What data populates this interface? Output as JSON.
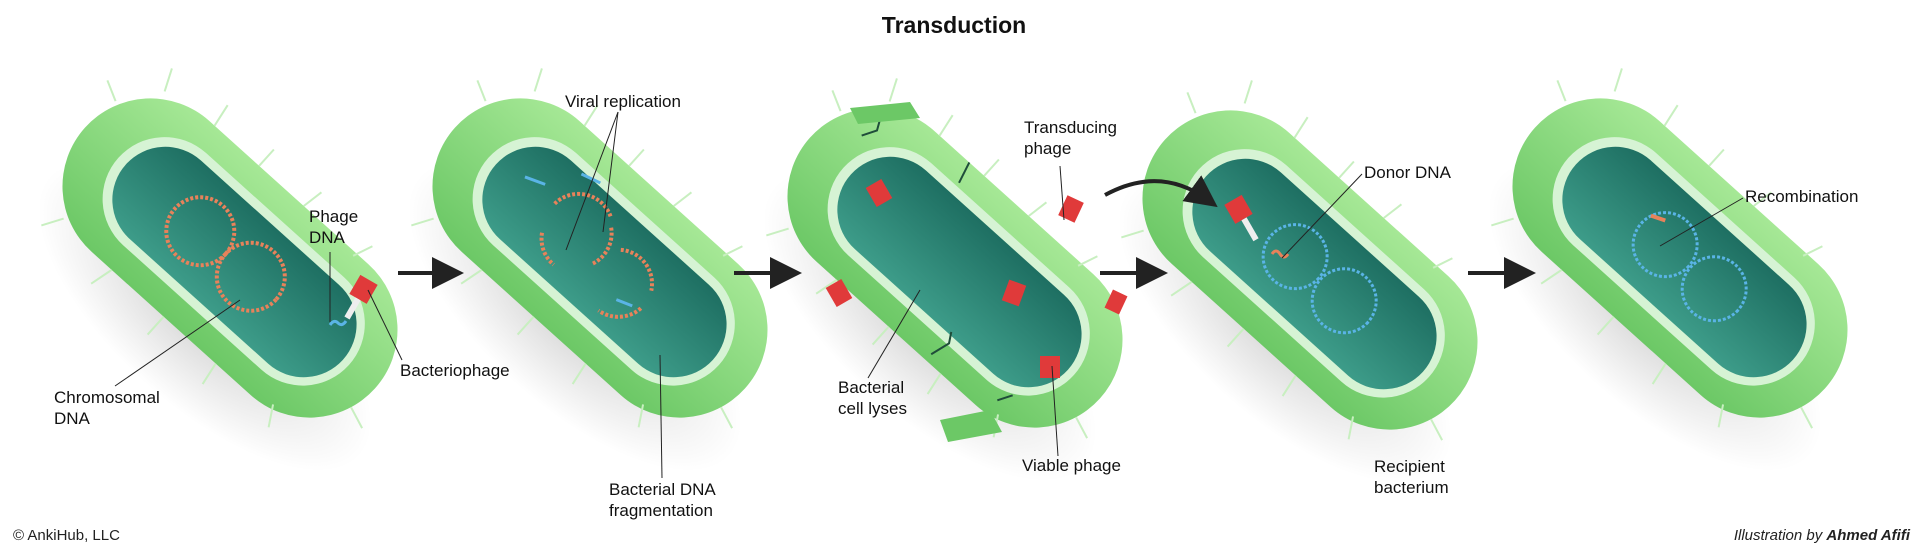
{
  "title": "Transduction",
  "labels": {
    "phage_dna": [
      "Phage",
      "DNA"
    ],
    "chromosomal_dna": [
      "Chromosomal",
      "DNA"
    ],
    "bacteriophage": "Bacteriophage",
    "viral_replication": "Viral replication",
    "bacterial_dna_fragmentation": [
      "Bacterial DNA",
      "fragmentation"
    ],
    "transducing_phage": [
      "Transducing",
      "phage"
    ],
    "bacterial_cell_lyses": [
      "Bacterial",
      "cell lyses"
    ],
    "viable_phage": "Viable phage",
    "donor_dna": "Donor DNA",
    "recipient_bacterium": [
      "Recipient",
      "bacterium"
    ],
    "recombination": "Recombination"
  },
  "footer": {
    "copyright": "© AnkiHub, LLC",
    "credit_prefix": "Illustration by",
    "credit_author": "Ahmed Afifi"
  },
  "colors": {
    "cell_body": "#8fdc80",
    "cell_inner": "#2f8f7d",
    "bacterial_dna": "#e8825a",
    "phage_dna": "#5ab4e6",
    "phage": "#e03a3a"
  }
}
